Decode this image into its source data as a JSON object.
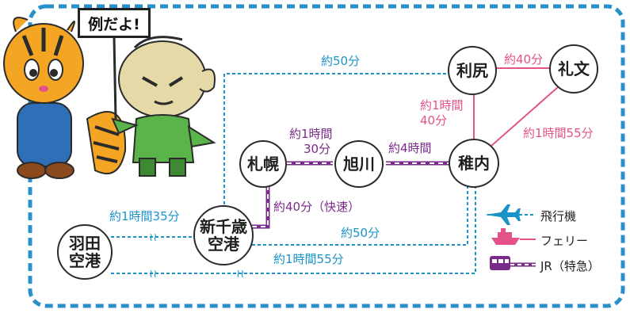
{
  "sign_text": "例だよ!",
  "nodes": {
    "rishiri": [
      "利尻"
    ],
    "rebun": [
      "礼文"
    ],
    "sapporo": [
      "札幌"
    ],
    "asahikawa": [
      "旭川"
    ],
    "wakkanai": [
      "稚内"
    ],
    "shinchitose": [
      "新千歳",
      "空港"
    ],
    "haneda": [
      "羽田",
      "空港"
    ]
  },
  "routes": {
    "chitose_rishiri_air": "約50分",
    "rishiri_rebun_ferry": "約40分",
    "rishiri_wakkanai_ferry": [
      "約1時間",
      "40分"
    ],
    "rebun_wakkanai_ferry": "約1時間55分",
    "sapporo_asahikawa_jr": [
      "約1時間",
      "30分"
    ],
    "asahikawa_wakkanai_jr": "約4時間",
    "chitose_sapporo_jr": "約40分（快速）",
    "haneda_chitose_air": "約1時間35分",
    "chitose_wakkanai_air": "約50分",
    "haneda_wakkanai_air": "約1時間55分"
  },
  "legend": [
    {
      "key": "airplane",
      "label": "飛行機"
    },
    {
      "key": "ferry",
      "label": "フェリー"
    },
    {
      "key": "jr",
      "label": "JR（特急）"
    }
  ],
  "colors": {
    "air": "#1a93c9",
    "ferry": "#e5528a",
    "jr": "#7a2a8a",
    "frame": "#2a90c8"
  }
}
